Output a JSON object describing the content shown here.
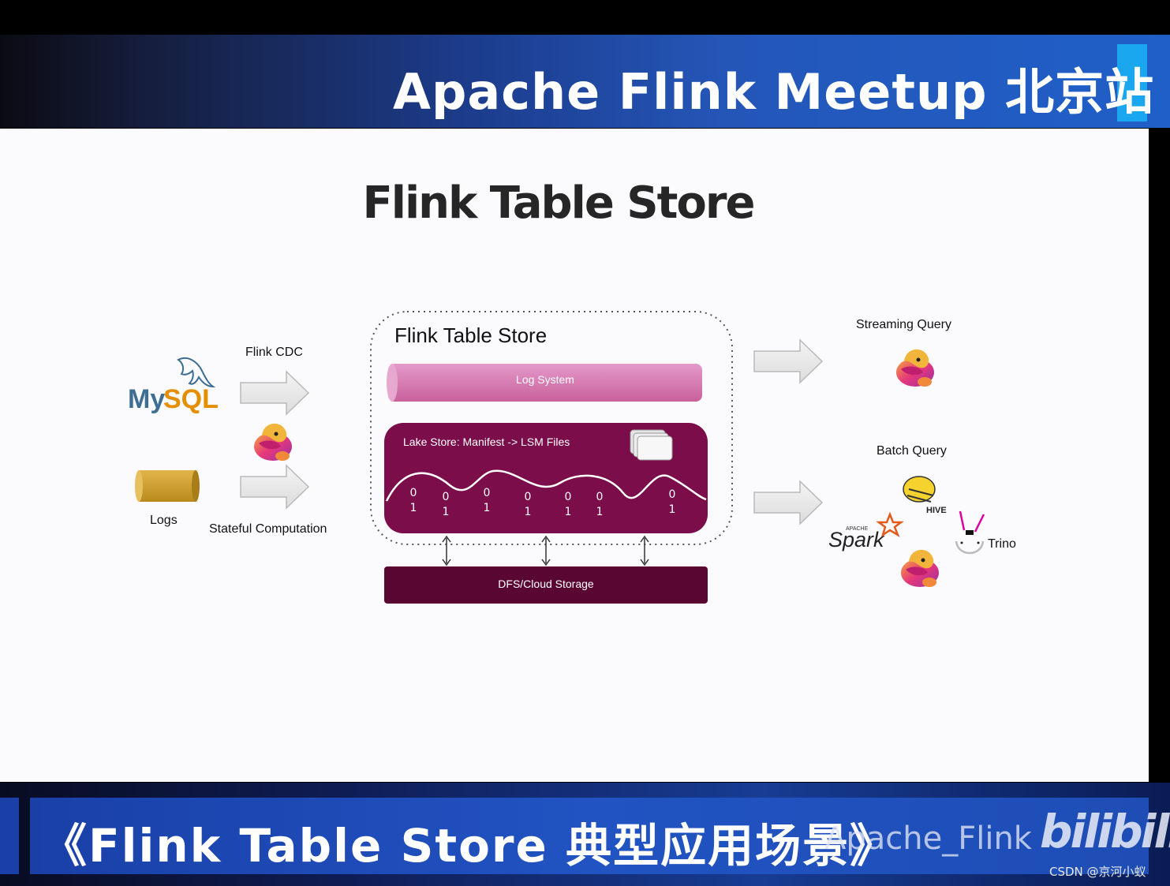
{
  "header": {
    "title": "Apache Flink Meetup 北京站"
  },
  "slide": {
    "title": "Flink Table Store"
  },
  "diagram": {
    "sources": {
      "mysql_logo": "MySQL",
      "logs": "Logs"
    },
    "arrows": {
      "flink_cdc": "Flink CDC",
      "stateful": "Stateful Computation"
    },
    "store": {
      "title": "Flink Table Store",
      "log_system": "Log System",
      "lake_store": "Lake Store: Manifest -> LSM Files",
      "bits": [
        "0",
        "1"
      ],
      "dfs": "DFS/Cloud Storage"
    },
    "outputs": {
      "streaming": "Streaming Query",
      "batch": "Batch Query",
      "spark_logo": "Spark",
      "spark_apache": "APACHE",
      "hive_logo": "HIVE",
      "trino": "Trino"
    }
  },
  "footer": {
    "caption": "《Flink Table Store 典型应用场景》",
    "channel": "Apache_Flink",
    "brand": "bilibili",
    "credit": "CSDN @京河小蚁"
  },
  "colors": {
    "log_system": "#d36aa6",
    "lake_store": "#7a0d4a",
    "dfs": "#5a0633",
    "mysql_blue": "#3e6e93",
    "mysql_orange": "#e48e00",
    "logs_gold": "#d2a02a",
    "banner_blue": "#2153c2",
    "banner_accent": "#1aa7ef"
  },
  "icons": [
    "mysql-dolphin-icon",
    "flink-squirrel-icon",
    "logs-cylinder-icon",
    "hive-bee-icon",
    "spark-star-icon",
    "trino-bunny-icon",
    "file-stack-icon"
  ]
}
